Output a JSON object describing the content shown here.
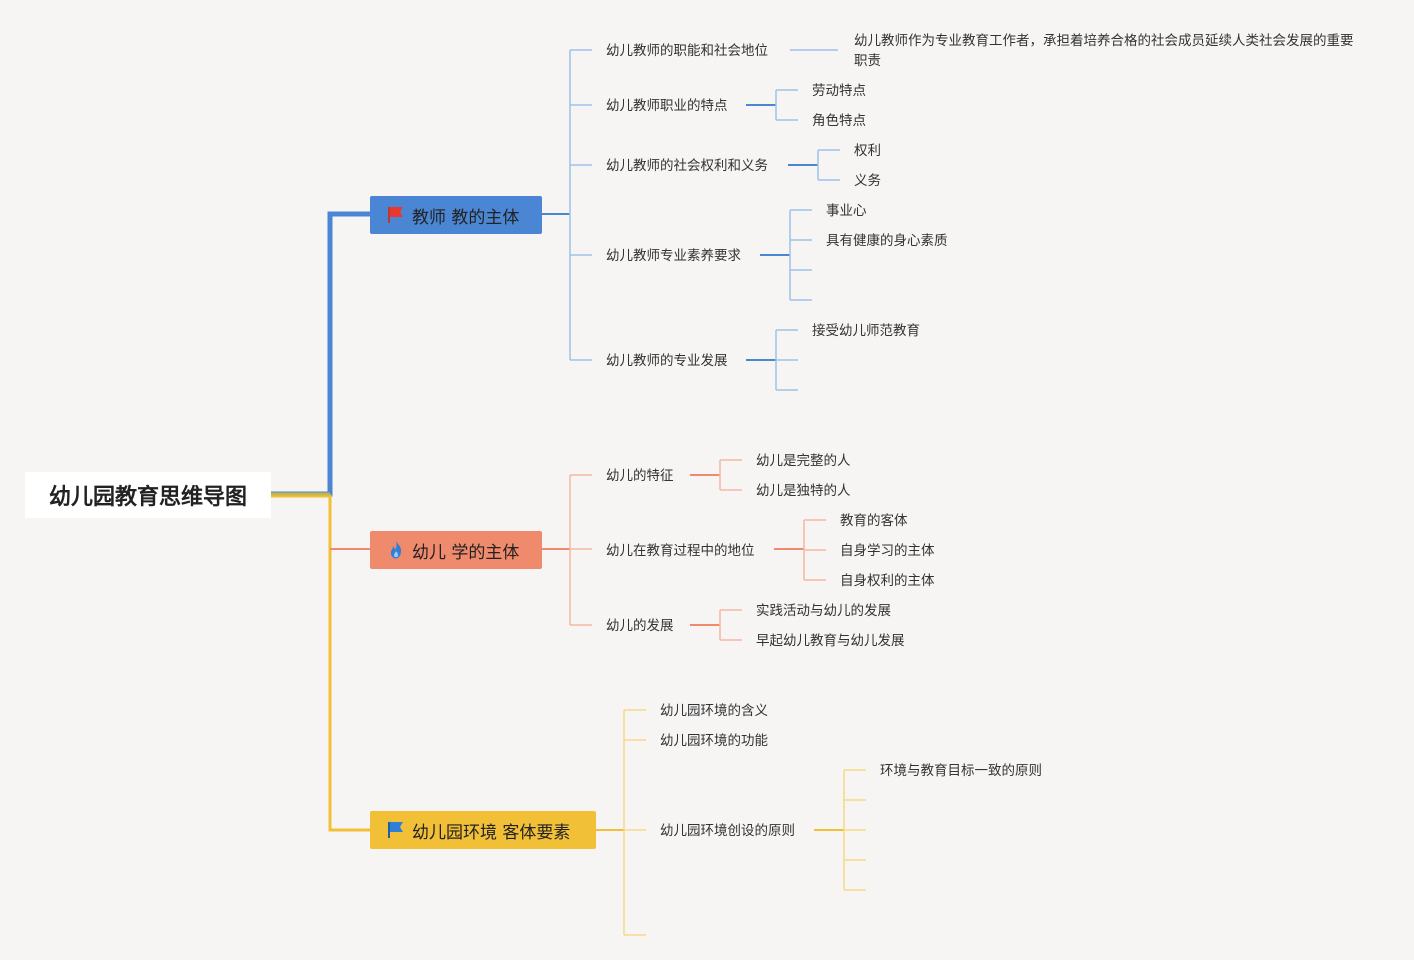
{
  "root": {
    "label": "幼儿园教育思维导图"
  },
  "colors": {
    "teacher": "#4a86d4",
    "child": "#f08a6c",
    "env": "#f2c037",
    "line_root": "#c8b44a"
  },
  "branches": {
    "teacher": {
      "label": "教师 教的主体",
      "icon": "red-flag-icon",
      "children": [
        {
          "label": "幼儿教师的职能和社会地位",
          "children": [
            "幼儿教师作为专业教育工作者，承担着培养合格的社会成员延续人类社会发展的重要职责"
          ]
        },
        {
          "label": "幼儿教师职业的特点",
          "children": [
            "劳动特点",
            "角色特点"
          ]
        },
        {
          "label": "幼儿教师的社会权利和义务",
          "children": [
            "权利",
            "义务"
          ]
        },
        {
          "label": "幼儿教师专业素养要求",
          "children": [
            "事业心",
            "具有健康的身心素质"
          ]
        },
        {
          "label": "幼儿教师的专业发展",
          "children": [
            "接受幼儿师范教育"
          ]
        }
      ]
    },
    "child": {
      "label": "幼儿 学的主体",
      "icon": "fire-icon",
      "children": [
        {
          "label": "幼儿的特征",
          "children": [
            "幼儿是完整的人",
            "幼儿是独特的人"
          ]
        },
        {
          "label": "幼儿在教育过程中的地位",
          "children": [
            "教育的客体",
            "自身学习的主体",
            "自身权利的主体"
          ]
        },
        {
          "label": "幼儿的发展",
          "children": [
            "实践活动与幼儿的发展",
            "早起幼儿教育与幼儿发展"
          ]
        }
      ]
    },
    "env": {
      "label": "幼儿园环境 客体要素",
      "icon": "blue-flag-icon",
      "children": [
        {
          "label": "幼儿园环境的含义",
          "children": []
        },
        {
          "label": "幼儿园环境的功能",
          "children": []
        },
        {
          "label": "幼儿园环境创设的原则",
          "children": [
            "环境与教育目标一致的原则"
          ]
        }
      ]
    }
  }
}
